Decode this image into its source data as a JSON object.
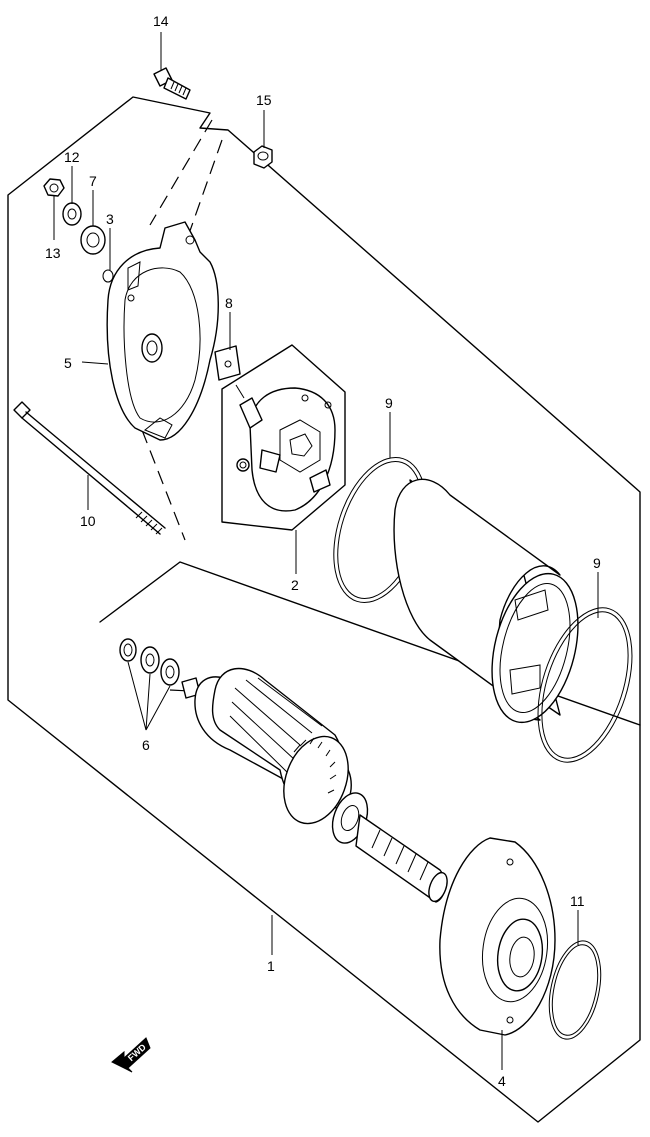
{
  "callouts": [
    {
      "id": "p14",
      "text": "14"
    },
    {
      "id": "p15",
      "text": "15"
    },
    {
      "id": "p12",
      "text": "12"
    },
    {
      "id": "p7",
      "text": "7"
    },
    {
      "id": "p3",
      "text": "3"
    },
    {
      "id": "p13",
      "text": "13"
    },
    {
      "id": "p8",
      "text": "8"
    },
    {
      "id": "p5",
      "text": "5"
    },
    {
      "id": "p9a",
      "text": "9"
    },
    {
      "id": "p10",
      "text": "10"
    },
    {
      "id": "p2",
      "text": "2"
    },
    {
      "id": "p9b",
      "text": "9"
    },
    {
      "id": "p6",
      "text": "6"
    },
    {
      "id": "p11",
      "text": "11"
    },
    {
      "id": "p1",
      "text": "1"
    },
    {
      "id": "p4",
      "text": "4"
    }
  ],
  "direction_arrow": {
    "text": "FWD",
    "icon": "fwd-arrow-icon"
  }
}
